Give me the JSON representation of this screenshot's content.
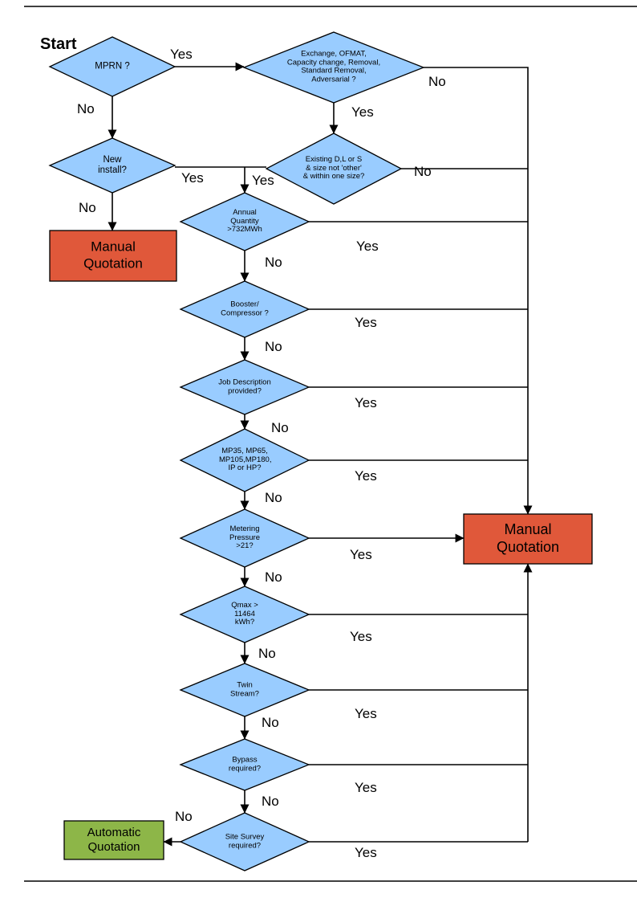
{
  "edge_labels": {
    "yes": "Yes",
    "no": "No"
  },
  "nodes": {
    "start_label": "Start",
    "mprn": "MPRN ?",
    "exchange": "Exchange, OFMAT, Capacity change, Removal, Standard Removal, Adversarial ?",
    "existing": "Existing D,L or S & size not 'other' & within one size?",
    "new_install": "New install?",
    "annual_quantity": "Annual Quantity >732MWh",
    "booster": "Booster/ Compressor ?",
    "job_description": "Job Description provided?",
    "mp_tier": "MP35, MP65, MP105,MP180, IP or HP?",
    "metering_pressure": "Metering Pressure >21?",
    "qmax": "Qmax > 11464 kWh?",
    "twin_stream": "Twin Stream?",
    "bypass": "Bypass required?",
    "site_survey": "Site Survey required?",
    "manual_quotation_left": "Manual Quotation",
    "manual_quotation_right": "Manual Quotation",
    "automatic_quotation": "Automatic Quotation"
  },
  "colors": {
    "decision_fill": "#99CCFF",
    "manual_fill": "#E0583A",
    "automatic_fill": "#8DB648",
    "line": "#000000"
  }
}
